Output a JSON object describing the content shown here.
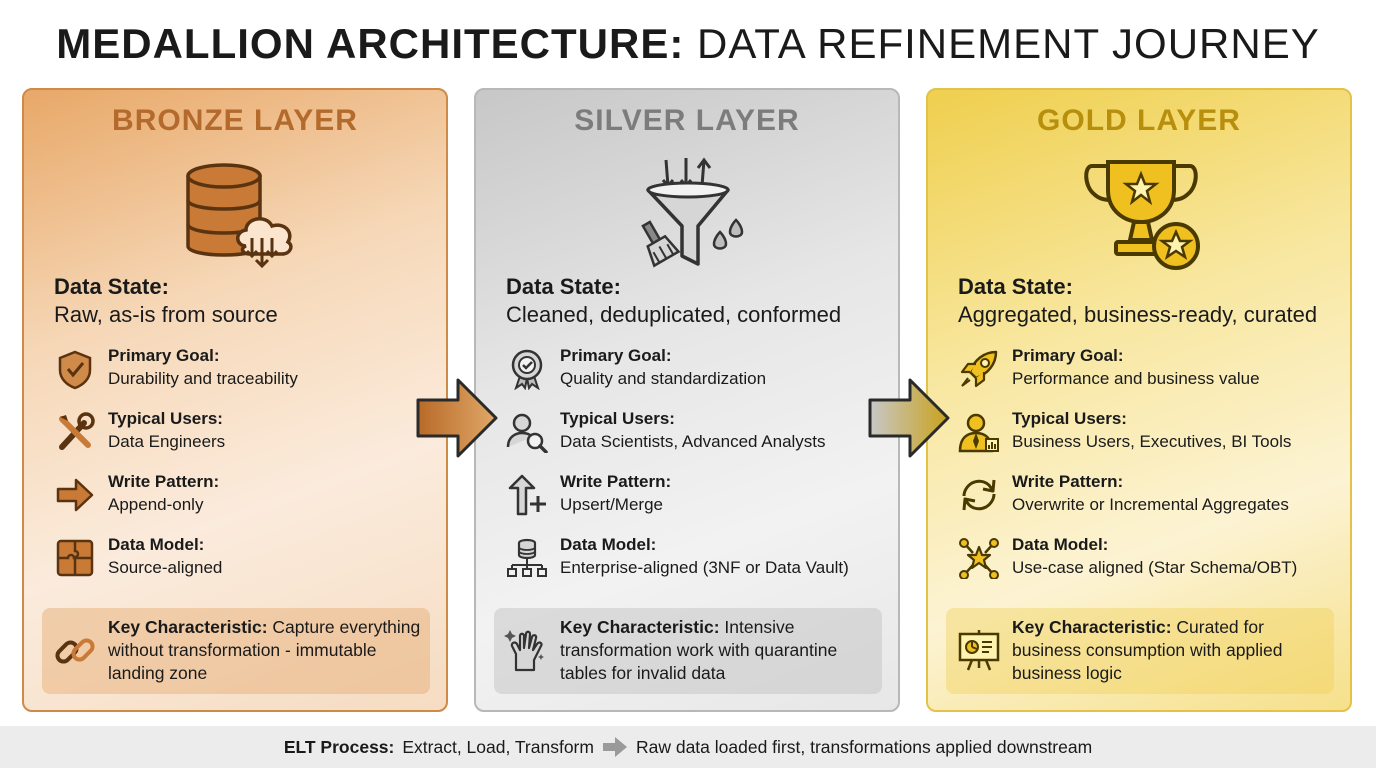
{
  "title": {
    "bold": "MEDALLION ARCHITECTURE:",
    "light": "DATA REFINEMENT JOURNEY"
  },
  "layers": [
    {
      "title": "BRONZE LAYER",
      "main_icon": "database-cloud-icon",
      "state_label": "Data State:",
      "state_value": "Raw, as-is from source",
      "rows": [
        {
          "icon": "shield-icon",
          "label": "Primary Goal:",
          "value": "Durability and traceability"
        },
        {
          "icon": "tools-icon",
          "label": "Typical Users:",
          "value": "Data Engineers"
        },
        {
          "icon": "arrow-right-icon",
          "label": "Write Pattern:",
          "value": "Append-only"
        },
        {
          "icon": "puzzle-icon",
          "label": "Data Model:",
          "value": "Source-aligned"
        }
      ],
      "key_icon": "chain-link-icon",
      "key_label": "Key Characteristic:",
      "key_text": "Capture everything without transformation - immutable landing zone",
      "accent": "#b36a2c"
    },
    {
      "title": "SILVER LAYER",
      "main_icon": "funnel-broom-icon",
      "state_label": "Data State:",
      "state_value": "Cleaned, deduplicated, conformed",
      "rows": [
        {
          "icon": "award-badge-icon",
          "label": "Primary Goal:",
          "value": "Quality and standardization"
        },
        {
          "icon": "user-search-icon",
          "label": "Typical Users:",
          "value": "Data Scientists, Advanced Analysts"
        },
        {
          "icon": "upsert-arrow-icon",
          "label": "Write Pattern:",
          "value": "Upsert/Merge"
        },
        {
          "icon": "database-network-icon",
          "label": "Data Model:",
          "value": "Enterprise-aligned (3NF or Data Vault)"
        }
      ],
      "key_icon": "cleaning-glove-icon",
      "key_label": "Key Characteristic:",
      "key_text": "Intensive transformation work with quarantine tables for invalid data",
      "accent": "#7c7c7c"
    },
    {
      "title": "GOLD LAYER",
      "main_icon": "trophy-star-icon",
      "state_label": "Data State:",
      "state_value": "Aggregated, business-ready, curated",
      "rows": [
        {
          "icon": "rocket-icon",
          "label": "Primary Goal:",
          "value": "Performance and business value"
        },
        {
          "icon": "business-user-icon",
          "label": "Typical Users:",
          "value": "Business Users, Executives, BI Tools"
        },
        {
          "icon": "refresh-icon",
          "label": "Write Pattern:",
          "value": "Overwrite or Incremental Aggregates"
        },
        {
          "icon": "star-network-icon",
          "label": "Data Model:",
          "value": "Use-case aligned (Star Schema/OBT)"
        }
      ],
      "key_icon": "presentation-board-icon",
      "key_label": "Key Characteristic:",
      "key_text": "Curated for business consumption with applied business logic",
      "accent": "#b78f0d"
    }
  ],
  "footer": {
    "label": "ELT Process:",
    "process": "Extract, Load, Transform",
    "arrow_icon": "arrow-right-icon",
    "description": "Raw data loaded first, transformations applied downstream"
  }
}
